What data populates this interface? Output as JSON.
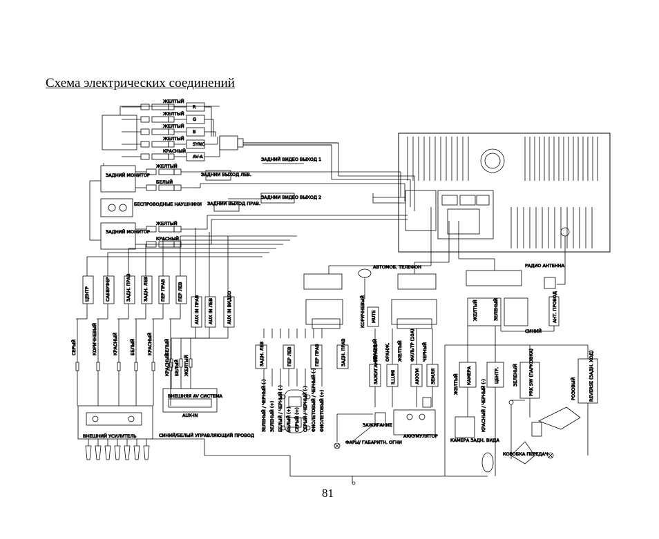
{
  "title": "Схема электрических соединений",
  "page_number": "81",
  "video_inputs": [
    {
      "wire": "ЖЕЛТЫЙ",
      "channel": "R"
    },
    {
      "wire": "ЖЕЛТЫЙ",
      "channel": "G"
    },
    {
      "wire": "ЖЕЛТЫЙ",
      "channel": "B"
    },
    {
      "wire": "ЖЕЛТЫЙ",
      "channel": "SYNC"
    },
    {
      "wire": "КРАСНЫЙ",
      "channel": "AV-A"
    }
  ],
  "rear_monitor_label": "ЗАДНИЙ МОНИТОР",
  "rear_monitor_2_label": "ЗАДНИЙ МОНИТОР",
  "monitor1_wires": [
    "ЖЕЛТЫЙ",
    "БЕЛЫЙ"
  ],
  "monitor2_wires": [
    "ЖЕЛТЫЙ",
    "КРАСНЫЙ"
  ],
  "video_out_1": "ЗАДНИЙ ВИДЕО ВЫХОД 1",
  "video_out_2": "ЗАДНИИ ВИДЕО ВЫХОД 2",
  "audio_out_left": "ЗАДНИИ ВЫХОД ЛЕВ.",
  "audio_out_right": "ЗАДНИИ ВЫХОД ПРАВ.",
  "headphones": "БЕСПРОВОДНЫЕ НАУШНИКИ",
  "phone": "АВТОМОБ. ТЕЛЕФОН",
  "radio_antenna": "РАДИО АНТЕННА",
  "amp_channels": [
    "ЦЕНТР",
    "САБВУФЕР",
    "ЗАДН. ПРАВ",
    "ЗАДН. ЛЕВ",
    "ПЕР ПРАВ",
    "ПЕР ЛЕВ"
  ],
  "amp_wires": [
    "СЕРЫЙ",
    "КОРИЧНЕВЫЙ",
    "КРАСНЫЙ",
    "БЕЛЫЙ",
    "КРАСНЫЙ",
    "БЕЛЫЙ"
  ],
  "aux_channels": [
    "AUX IN ПРАВ",
    "AUX IN ЛЕВ",
    "AUX IN ВИДЕО"
  ],
  "aux_wires": [
    "КРАСНЫЙ",
    "БЕЛЫЙ",
    "ЖЕЛТЫЙ"
  ],
  "ext_av_system": "ВНЕШНЯЯ AV СИСТЕМА",
  "aux_in": "AUX-IN",
  "ext_amp": "ВНЕШНИЙ УСИЛИТЕЛЬ",
  "remote_wire": "СИНИЙ/БЕЛЫЙ УПРАВЛЯЮЩИЙ ПРОВОД",
  "speaker_labels": [
    "ЗАДН. ЛЕВ",
    "ПЕР ЛЕВ",
    "ПЕР ПРАВ",
    "ЗАДН. ПРАВ"
  ],
  "speaker_wires": [
    "ЗЕЛЕНЫЙ / ЧЕРНЫЙ (-)",
    "ЗЕЛЕНЫЙ (+)",
    "БЕЛЫЙ / ЧЕРНЫЙ (-)",
    "БЕЛЫЙ (+)",
    "СЕРЫЙ (+)",
    "СЕРЫЙ / ЧЕРНЫЙ (-)",
    "ФИОЛЕТОВЫЙ / ЧЕРНЫЙ (-)",
    "ФИОЛЕТОВЫЙ (+)"
  ],
  "mute": "MUTE",
  "mute_wire": "КОРИЧНЕВЫЙ",
  "power_blocks": [
    "ЗАЖИГАНИЕ ACC",
    "ILLUMI",
    "АККУМ",
    "ЗЕМЛЯ"
  ],
  "power_wires": [
    "КРАСНЫЙ",
    "ОРАНЖ.",
    "ЖЕЛТЫЙ",
    "ФИЛЬТР (10A)",
    "ЧЕРНЫЙ"
  ],
  "ignition": "ЗАЖИГАНИЕ",
  "head_lights": "ФАРЫ/ ГАБАРИТН. ОГНИ",
  "battery": "АККУМУЛЯТОР",
  "camera_wires": [
    "ЖЕЛТЫЙ",
    "ЗЕЛЕНЫЙ"
  ],
  "ant_wire": "АНТ. ПРОВОД",
  "blue_wire": "СИНИЙ",
  "camera_block": "КАМЕРА",
  "center_block": "ЦЕНТР.",
  "camera_wire_yellow": "ЖЕЛТЫЙ",
  "camera_wire_rb": "КРАСНЫЙ / ЧЕРНЫЙ (-)",
  "prk": "PRK SW (ПАРКОВКА)",
  "prk_wire": "ЗЕЛЕНЫЙ",
  "reverse": "REVERSE (ЗАДН. ХОД)",
  "reverse_wire": "РОЗОВЫЙ",
  "rear_camera": "КАМЕРА ЗАДН. ВИДА",
  "gearbox": "КОРОБКА ПЕРЕДАЧ"
}
